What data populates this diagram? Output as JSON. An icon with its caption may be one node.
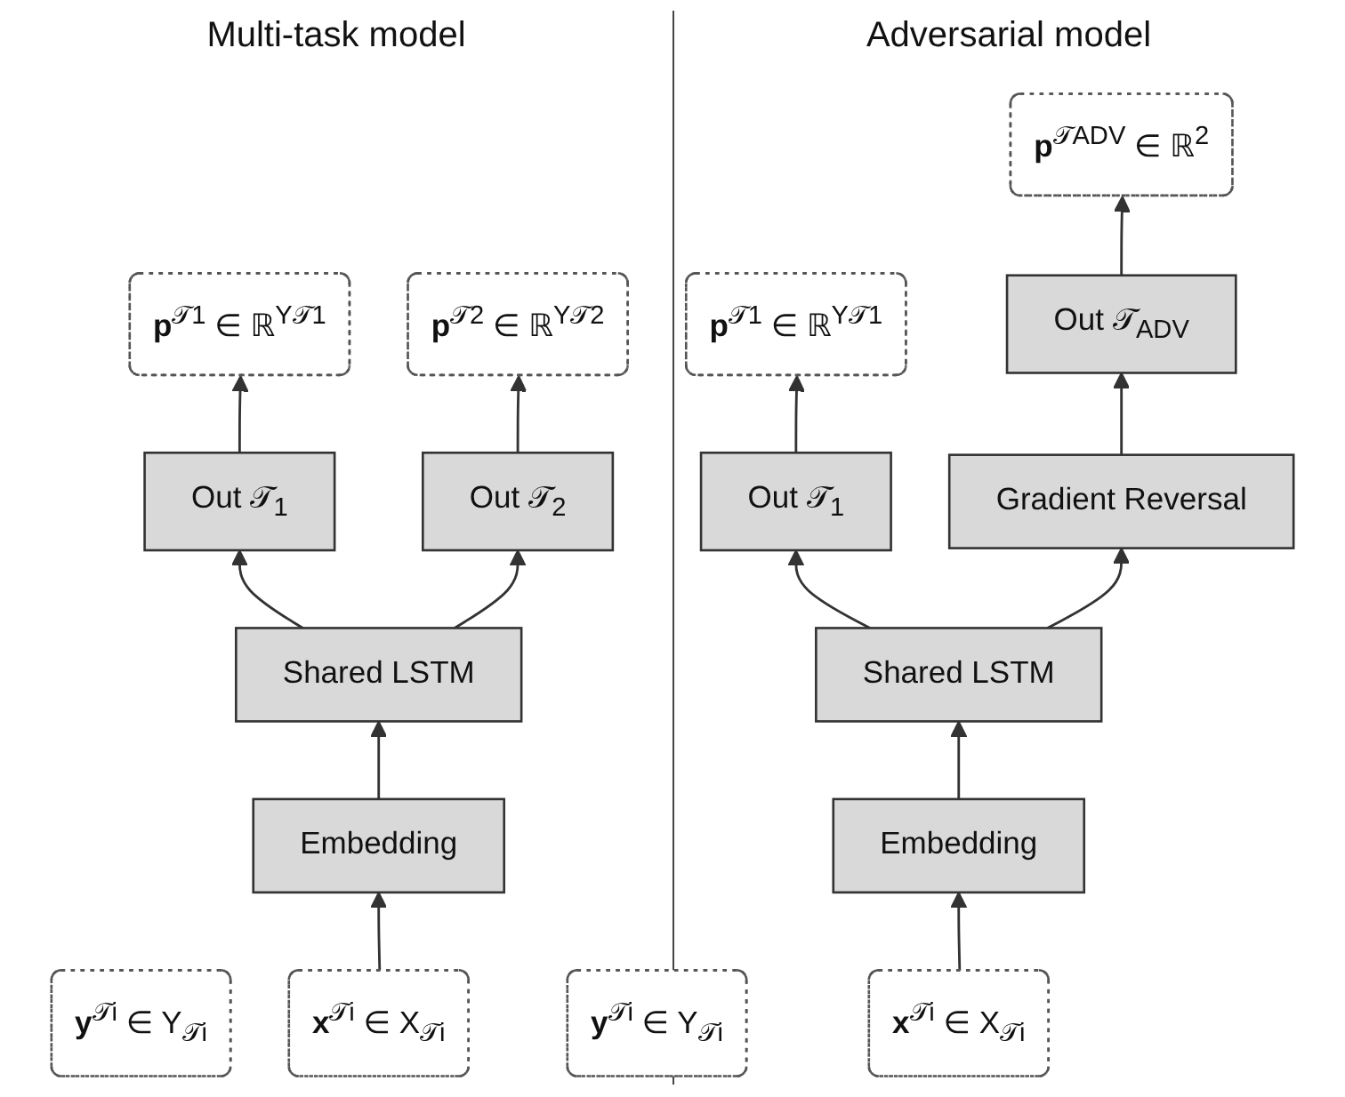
{
  "diagram": {
    "nodes": [
      {
        "text": [
          "**p**$^{𝒯1}$ ∈ ℝ$^{Y𝒯1}$"
        ]
      },
      {
        "text": [
          "**p**$^{𝒯2}$ ∈ ℝ$^{Y𝒯2}$"
        ]
      },
      {
        "text": [
          "Out 𝒯$_{1}$"
        ]
      },
      {
        "text": [
          "Out 𝒯$_{2}$"
        ]
      },
      {
        "text": [
          "Shared LSTM"
        ]
      },
      {
        "text": [
          "Embedding"
        ]
      },
      {
        "text": [
          "**y**$^{𝒯i}$ ∈ Y$_{𝒯i}$"
        ]
      },
      {
        "text": [
          "**x**$^{𝒯i}$ ∈ X$_{𝒯i}$"
        ]
      },
      {
        "text": [
          "**p**$^{𝒯ADV}$ ∈ ℝ$^{2}$"
        ]
      },
      {
        "text": [
          "**p**$^{𝒯1}$ ∈ ℝ$^{Y𝒯1}$"
        ]
      },
      {
        "text": [
          "Out 𝒯$_{ADV}$"
        ]
      },
      {
        "text": [
          "Out 𝒯$_{1}$"
        ]
      },
      {
        "text": [
          "Gradient Reversal"
        ]
      },
      {
        "text": [
          "Shared LSTM"
        ]
      },
      {
        "text": [
          "Embedding"
        ]
      },
      {
        "text": [
          "**y**$^{𝒯i}$ ∈ Y$_{𝒯i}$"
        ]
      },
      {
        "text": [
          "**x**$^{𝒯i}$ ∈ X$_{𝒯i}$"
        ]
      }
    ],
    "edges": [
      {
        "from": 7,
        "to": 5,
        "arrow": "to"
      },
      {
        "from": 5,
        "to": 4,
        "arrow": "to"
      },
      {
        "from": 4,
        "to": 2,
        "arrow": "to"
      },
      {
        "from": 4,
        "to": 3,
        "arrow": "to"
      },
      {
        "from": 2,
        "to": 0,
        "arrow": "to"
      },
      {
        "from": 3,
        "to": 1,
        "arrow": "to"
      },
      {
        "from": 16,
        "to": 14,
        "arrow": "to"
      },
      {
        "from": 14,
        "to": 13,
        "arrow": "to"
      },
      {
        "from": 13,
        "to": 11,
        "arrow": "to"
      },
      {
        "from": 13,
        "to": 12,
        "arrow": "to"
      },
      {
        "from": 12,
        "to": 10,
        "arrow": "to"
      },
      {
        "from": 10,
        "to": 8,
        "arrow": "to"
      },
      {
        "from": 11,
        "to": 9,
        "arrow": "to"
      }
    ],
    "labels": [
      "Multi-task model",
      "Adversarial model"
    ]
  }
}
